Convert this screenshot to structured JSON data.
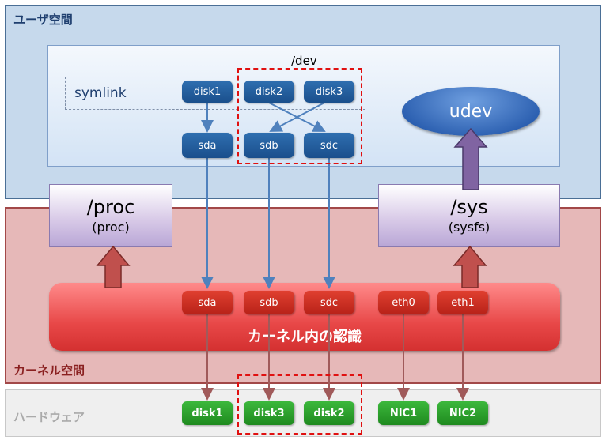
{
  "regions": {
    "user_space": "ユーザ空間",
    "kernel_space": "カーネル空間",
    "hardware": "ハードウェア"
  },
  "dev": {
    "title": "/dev",
    "symlink_label": "symlink",
    "symlinks": [
      "disk1",
      "disk2",
      "disk3"
    ],
    "nodes": [
      "sda",
      "sdb",
      "sdc"
    ]
  },
  "udev": "udev",
  "proc": {
    "title": "/proc",
    "subtitle": "(proc)"
  },
  "sys": {
    "title": "/sys",
    "subtitle": "(sysfs)"
  },
  "kernel": {
    "devices": [
      "sda",
      "sdb",
      "sdc",
      "eth0",
      "eth1"
    ],
    "caption": "カーネル内の認識"
  },
  "hardware_items": [
    "disk1",
    "disk3",
    "disk2",
    "NIC1",
    "NIC2"
  ],
  "colors": {
    "user_bg": "#c6d9ec",
    "kernel_bg": "#e6b8b8",
    "hw_bg": "#efefef",
    "highlight": "#e01010",
    "connector": "#4f81bd",
    "hw_connector": "#a05a5a"
  }
}
